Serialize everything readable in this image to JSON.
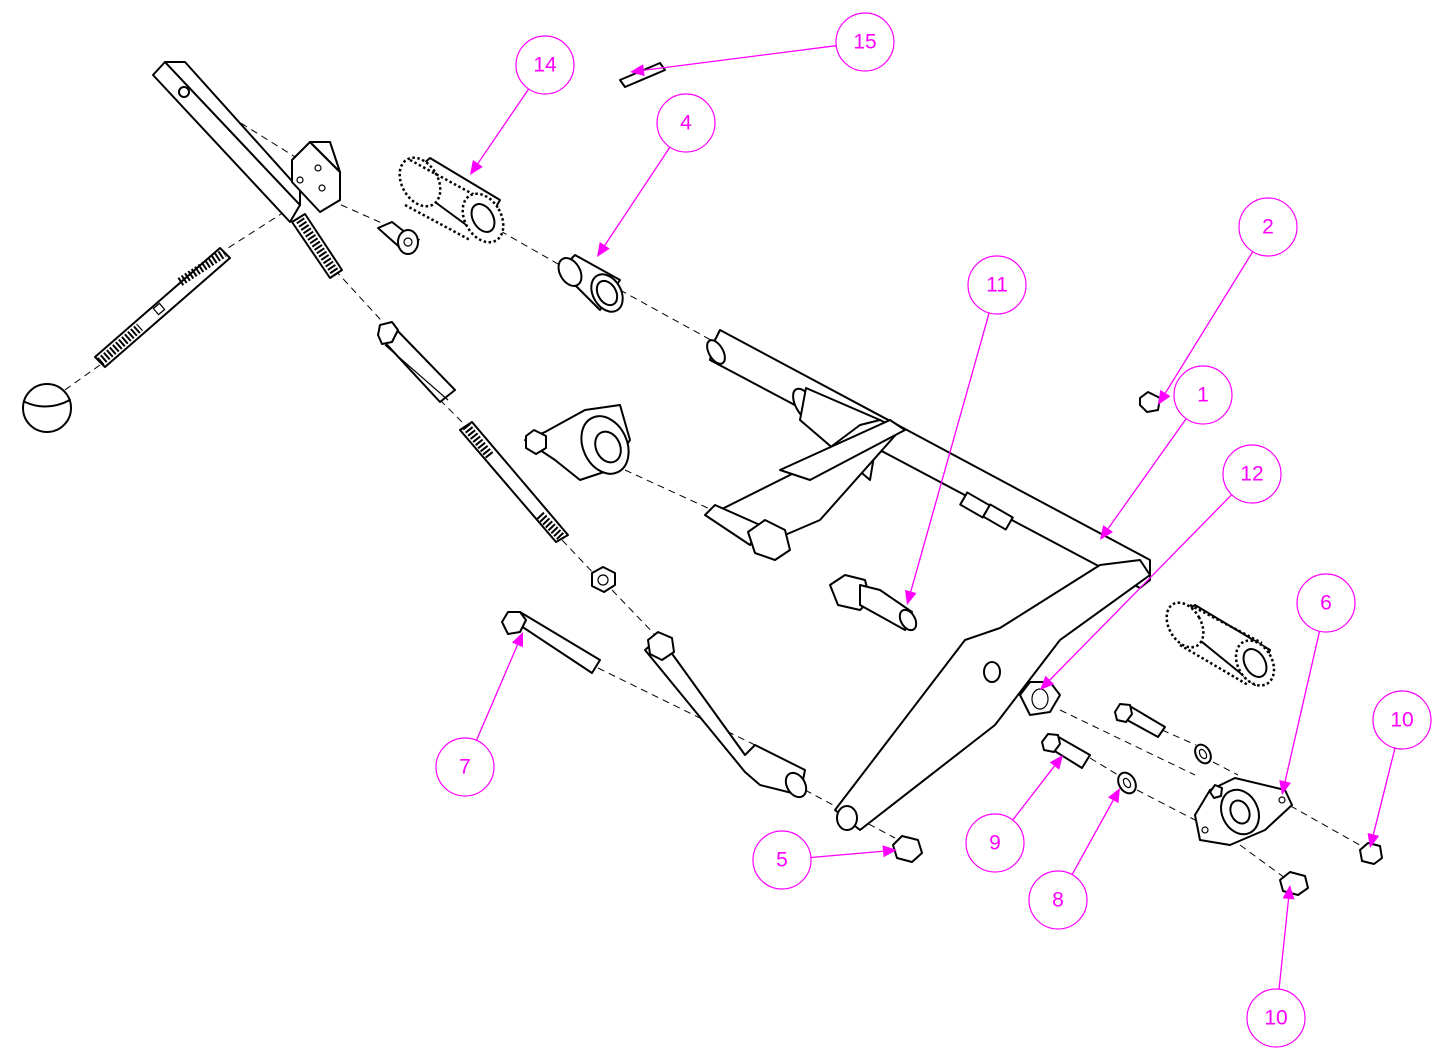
{
  "colors": {
    "accent": "#ff00ff",
    "line": "#000000",
    "background": "#ffffff"
  },
  "callouts": [
    {
      "label": "15",
      "part": "pin"
    },
    {
      "label": "14",
      "part": "knurled-roller"
    },
    {
      "label": "4",
      "part": "flanged-bushing"
    },
    {
      "label": "2",
      "part": "set-screw"
    },
    {
      "label": "11",
      "part": "shoulder-bolt"
    },
    {
      "label": "1",
      "part": "main-shaft-arm-assembly"
    },
    {
      "label": "12",
      "part": "hex-nut"
    },
    {
      "label": "6",
      "part": "flange-bearing"
    },
    {
      "label": "10",
      "part": "lock-nut-right"
    },
    {
      "label": "7",
      "part": "long-bolt"
    },
    {
      "label": "9",
      "part": "hex-bolt"
    },
    {
      "label": "5",
      "part": "lock-nut"
    },
    {
      "label": "8",
      "part": "washer"
    },
    {
      "label": "10",
      "part": "lock-nut-bottom"
    }
  ]
}
